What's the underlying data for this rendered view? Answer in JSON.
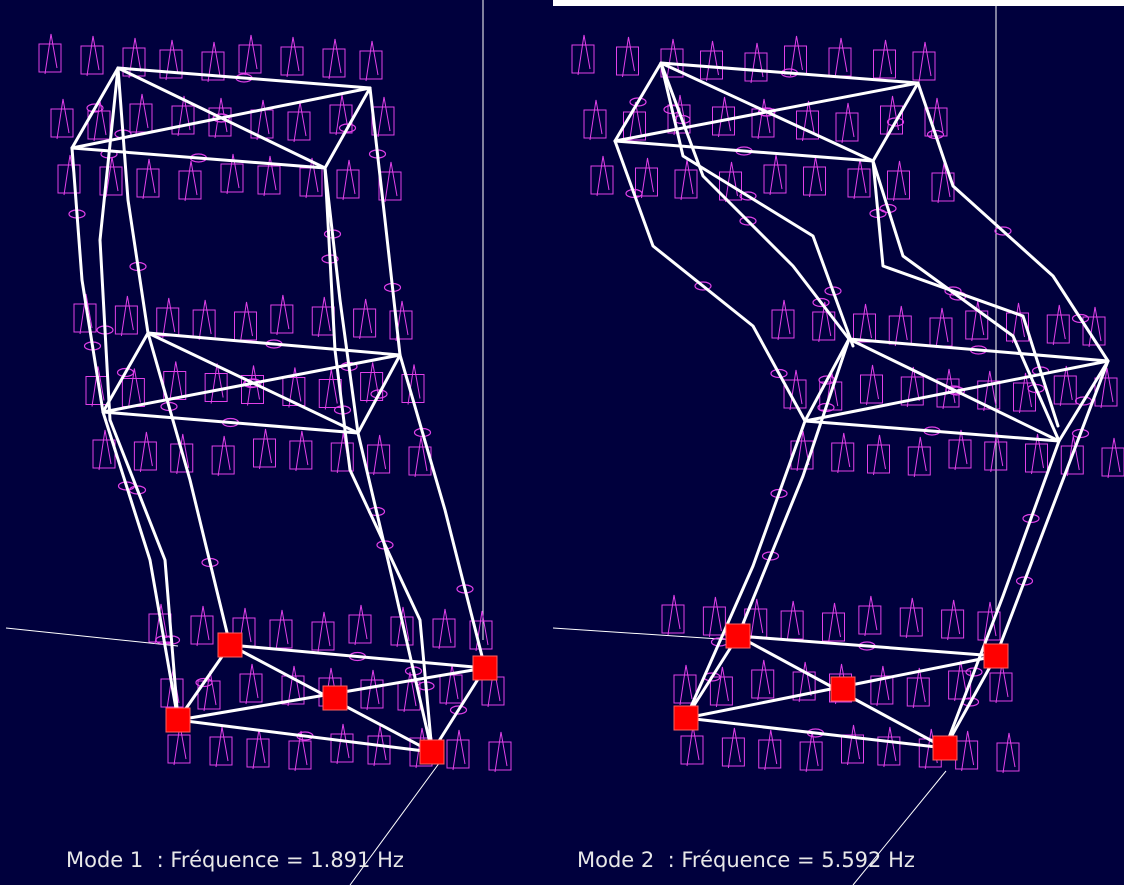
{
  "figure": {
    "panels": [
      {
        "caption": "Mode 1  : Fréquence = 1.891 Hz",
        "mode": 1,
        "frequency_hz": 1.891
      },
      {
        "caption": "Mode 2  : Fréquence = 5.592 Hz",
        "mode": 2,
        "frequency_hz": 5.592
      }
    ]
  },
  "colors": {
    "background": "#00003d",
    "frame": "#ffffff",
    "element_markers": "#e040e8",
    "supports": "#ff0000",
    "caption_text": "#e8e8e8"
  }
}
